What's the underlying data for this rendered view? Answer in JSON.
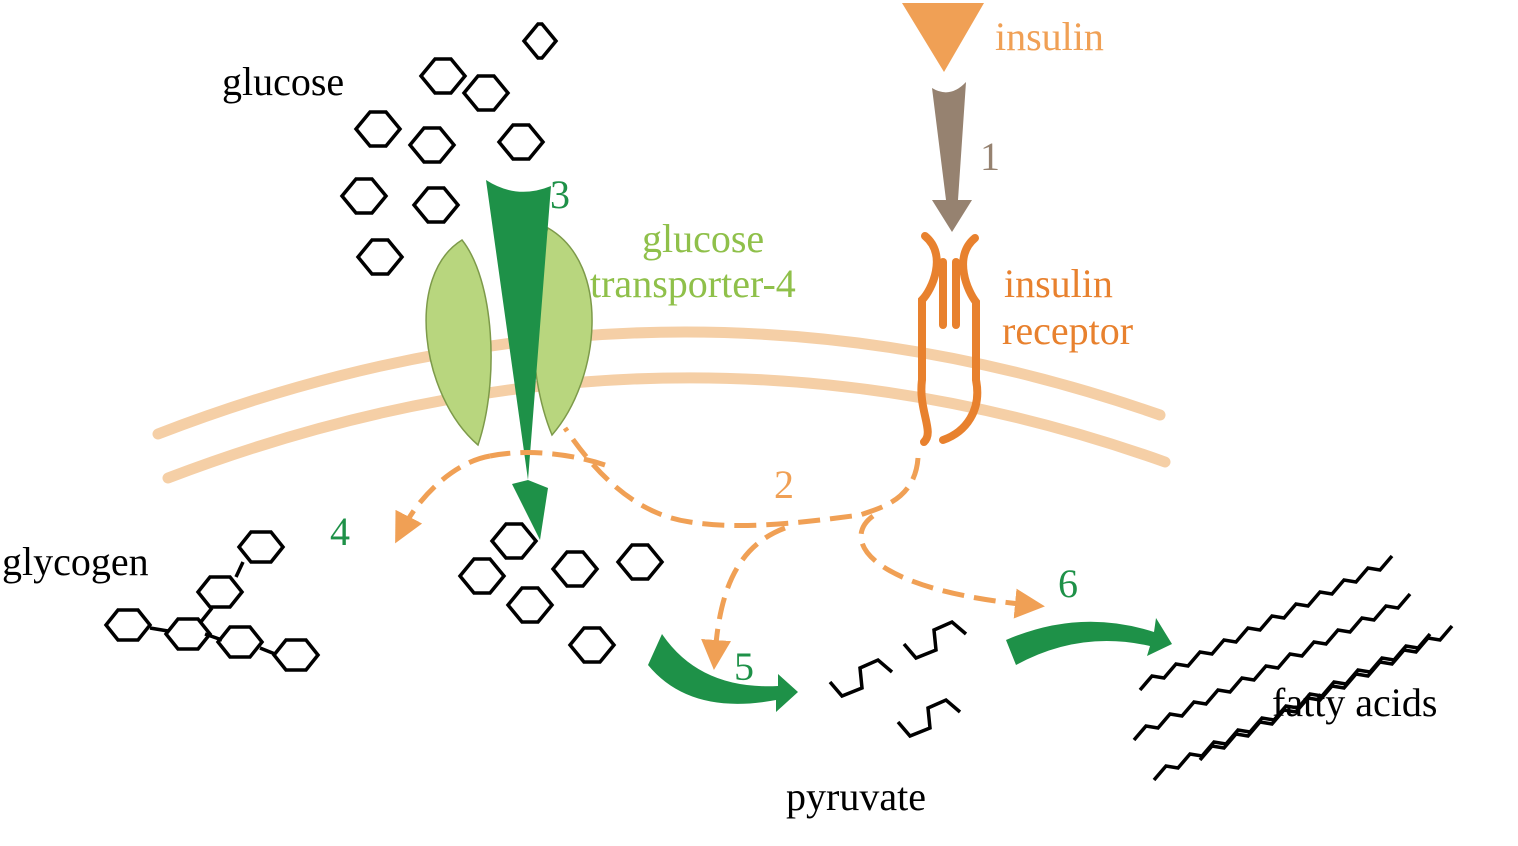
{
  "labels": {
    "glucose": "glucose",
    "insulin": "insulin",
    "transporter_line1": "glucose",
    "transporter_line2": "transporter-4",
    "receptor_line1": "insulin",
    "receptor_line2": "receptor",
    "glycogen": "glycogen",
    "pyruvate": "pyruvate",
    "fatty_acids": "fatty acids"
  },
  "steps": {
    "s1": "1",
    "s2": "2",
    "s3": "3",
    "s4": "4",
    "s5": "5",
    "s6": "6"
  },
  "colors": {
    "membrane": "#f5cfa6",
    "transporter": "#b8d67e",
    "transporter_label": "#8fc04a",
    "green_arrow": "#1e9148",
    "insulin": "#f0a055",
    "receptor": "#e8812e",
    "arrow_1": "#968270",
    "dashed": "#f0a055"
  }
}
